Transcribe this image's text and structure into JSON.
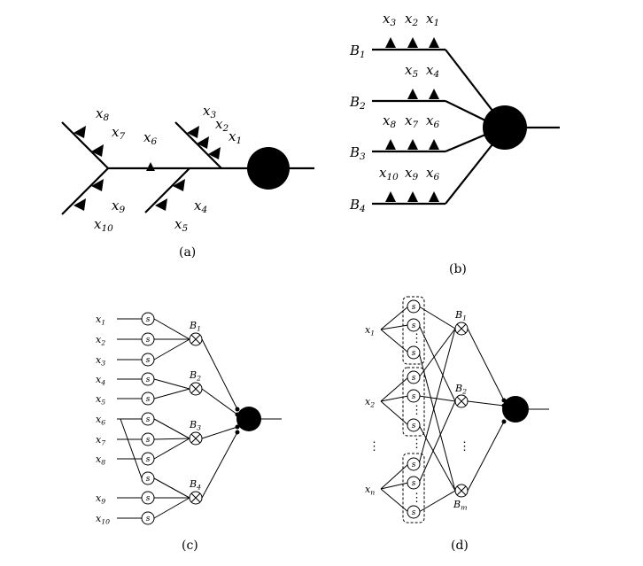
{
  "panel_a": {
    "caption": "(a)",
    "inputs": [
      "x8",
      "x7",
      "x6",
      "x3",
      "x2",
      "x1",
      "x9",
      "x10",
      "x4",
      "x5"
    ]
  },
  "panel_b": {
    "caption": "(b)",
    "branches": [
      {
        "label": "B1",
        "inputs": [
          "x3",
          "x2",
          "x1"
        ]
      },
      {
        "label": "B2",
        "inputs": [
          "x5",
          "x4"
        ]
      },
      {
        "label": "B3",
        "inputs": [
          "x8",
          "x7",
          "x6"
        ]
      },
      {
        "label": "B4",
        "inputs": [
          "x10",
          "x9",
          "x6"
        ]
      }
    ]
  },
  "panel_c": {
    "caption": "(c)",
    "inputs": [
      "x1",
      "x2",
      "x3",
      "x4",
      "x5",
      "x6",
      "x7",
      "x8",
      "x9",
      "x10"
    ],
    "sigmoid_symbol": "s",
    "branches": [
      "B1",
      "B2",
      "B3",
      "B4"
    ]
  },
  "panel_d": {
    "caption": "(d)",
    "inputs": [
      "x1",
      "x2",
      "xn"
    ],
    "sigmoid_symbol": "s",
    "branches": [
      "B1",
      "B2",
      "Bm"
    ],
    "ellipsis": "⋮"
  }
}
